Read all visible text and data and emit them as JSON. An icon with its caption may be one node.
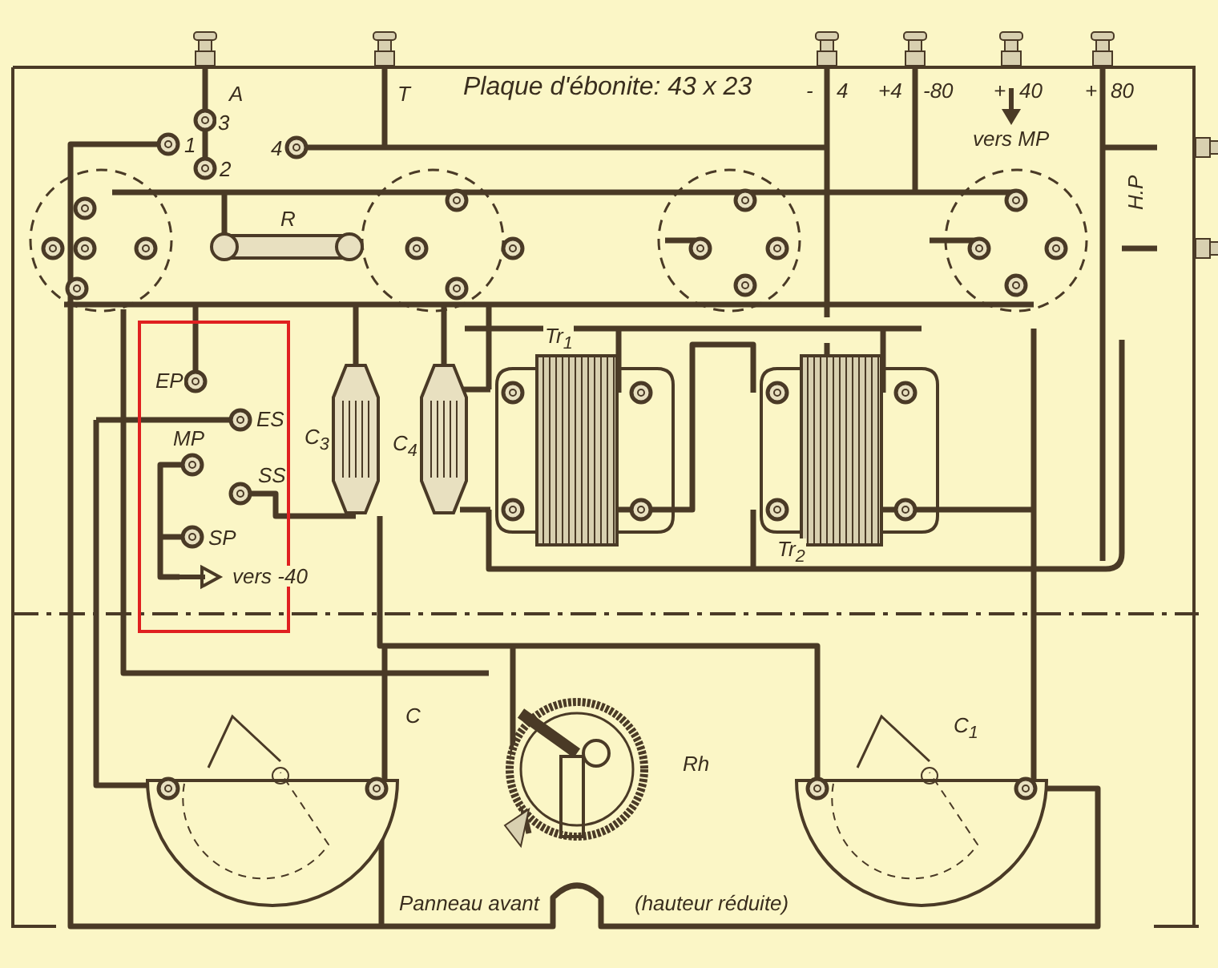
{
  "diagram": {
    "labels": [
      "A",
      "3",
      "1",
      "2",
      "T",
      "4",
      "Plaque d'ébonite: 43 x 23",
      "-",
      "4",
      "+4",
      "-80",
      "+",
      "40",
      "+",
      "80",
      "vers MP",
      "R",
      "H.P",
      "EP",
      "ES",
      "MP",
      "SS",
      "SP",
      "vers -40",
      "C$_{3}$",
      "C$_{4}$",
      "Tr$_{1}$",
      "Tr$_{2}$",
      "C",
      "C$_{1}$",
      "Rh",
      "Panneau avant",
      "(hauteur réduite)"
    ]
  }
}
